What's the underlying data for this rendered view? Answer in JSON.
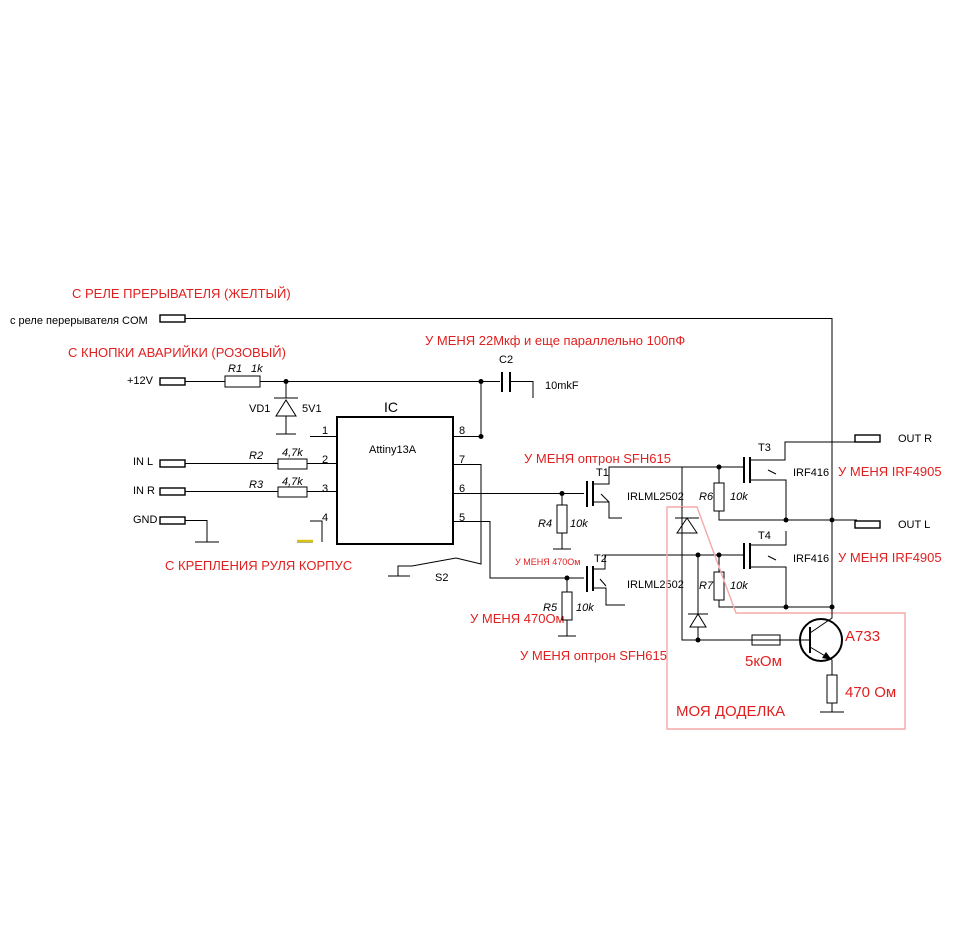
{
  "connectors": {
    "com_relay": "с реле перерывателя COM",
    "plus12v": "+12V",
    "in_l": "IN L",
    "in_r": "IN R",
    "gnd": "GND",
    "out_r": "OUT R",
    "out_l": "OUT L"
  },
  "components": {
    "r1_ref": "R1",
    "r1_val": "1k",
    "r2_ref": "R2",
    "r2_val": "4,7k",
    "r3_ref": "R3",
    "r3_val": "4,7k",
    "r4_ref": "R4",
    "r4_val": "10k",
    "r5_ref": "R5",
    "r5_val": "10k",
    "r6_ref": "R6",
    "r6_val": "10k",
    "r7_ref": "R7",
    "r7_val": "10k",
    "vd1_ref": "VD1",
    "vd1_val": "5V1",
    "c2_ref": "C2",
    "c2_val": "10mkF",
    "ic_ref": "IC",
    "ic_name": "Attiny13A",
    "ic_pins": [
      "1",
      "2",
      "3",
      "4",
      "8",
      "7",
      "6",
      "5"
    ],
    "s2_ref": "S2",
    "t1_ref": "T1",
    "t1_val": "IRLML2502",
    "t2_ref": "T2",
    "t2_val": "IRLML2502",
    "t3_ref": "T3",
    "t3_val": "IRF416",
    "t4_ref": "T4",
    "t4_val": "IRF416"
  },
  "annotations": {
    "relay": "С РЕЛЕ ПРЕРЫВАТЕЛЯ (ЖЕЛТЫЙ)",
    "hazard": "С КНОПКИ АВАРИЙКИ (РОЗОВЫЙ)",
    "ground": "С КРЕПЛЕНИЯ РУЛЯ КОРПУС",
    "cap": "У МЕНЯ 22Мкф и еще параллельно 100пФ",
    "opto_top": "У МЕНЯ оптрон SFH615",
    "opto_bottom": "У МЕНЯ оптрон SFH615",
    "r4_mine": "У МЕНЯ 470Ом",
    "r5_mine": "У МЕНЯ 470Ом",
    "t3_mine": "У МЕНЯ IRF4905",
    "t4_mine": "У МЕНЯ IRF4905",
    "mod_label": "МОЯ ДОДЕЛКА",
    "mod_transistor": "A733",
    "mod_r_base": "5кОм",
    "mod_r_emitter": "470 Ом"
  },
  "colors": {
    "annotation": "#e02020",
    "mod_outline": "#f3a9a9",
    "wire": "#000000"
  }
}
